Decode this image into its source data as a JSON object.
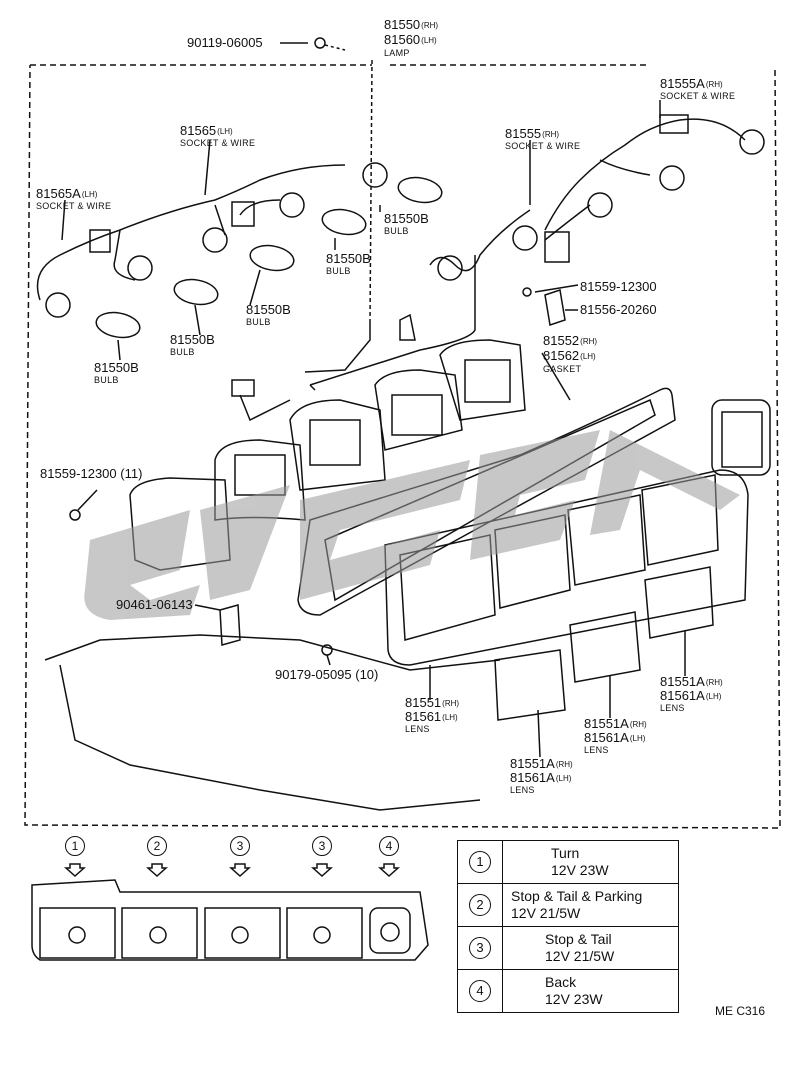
{
  "labels": {
    "screw_top": "90119-06005",
    "lamp_rh": "81550",
    "lamp_lh": "81560",
    "lamp_name": "LAMP",
    "sock_lh_num": "81565",
    "sock_lh_sub": "SOCKET & WIRE",
    "sock_lha_num": "81565A",
    "sock_lha_sub": "SOCKET & WIRE",
    "sock_rh_num": "81555",
    "sock_rh_sub": "SOCKET & WIRE",
    "sock_rha_num": "81555A",
    "sock_rha_sub": "SOCKET & WIRE",
    "bulb_num": "81550B",
    "bulb_name": "BULB",
    "screw_right": "81559-12300",
    "bracket": "81556-20260",
    "gasket_rh": "81552",
    "gasket_lh": "81562",
    "gasket_name": "GASKET",
    "screw_left": "81559-12300 (11)",
    "clip": "90461-06143",
    "nut": "90179-05095 (10)",
    "lens_rh": "81551",
    "lens_lh": "81561",
    "lensa_rh": "81551A",
    "lensa_lh": "81561A",
    "lens_name": "LENS",
    "rh": "(RH)",
    "lh": "(LH)",
    "figure_code": "ME C316"
  },
  "legend": [
    {
      "num": "1",
      "line1": "Turn",
      "line2": "12V 23W"
    },
    {
      "num": "2",
      "line1": "Stop & Tail & Parking",
      "line2": "12V 21/5W"
    },
    {
      "num": "3",
      "line1": "Stop & Tail",
      "line2": "12V 21/5W"
    },
    {
      "num": "4",
      "line1": "Back",
      "line2": "12V 23W"
    }
  ],
  "indicators": [
    "1",
    "2",
    "3",
    "3",
    "4"
  ]
}
